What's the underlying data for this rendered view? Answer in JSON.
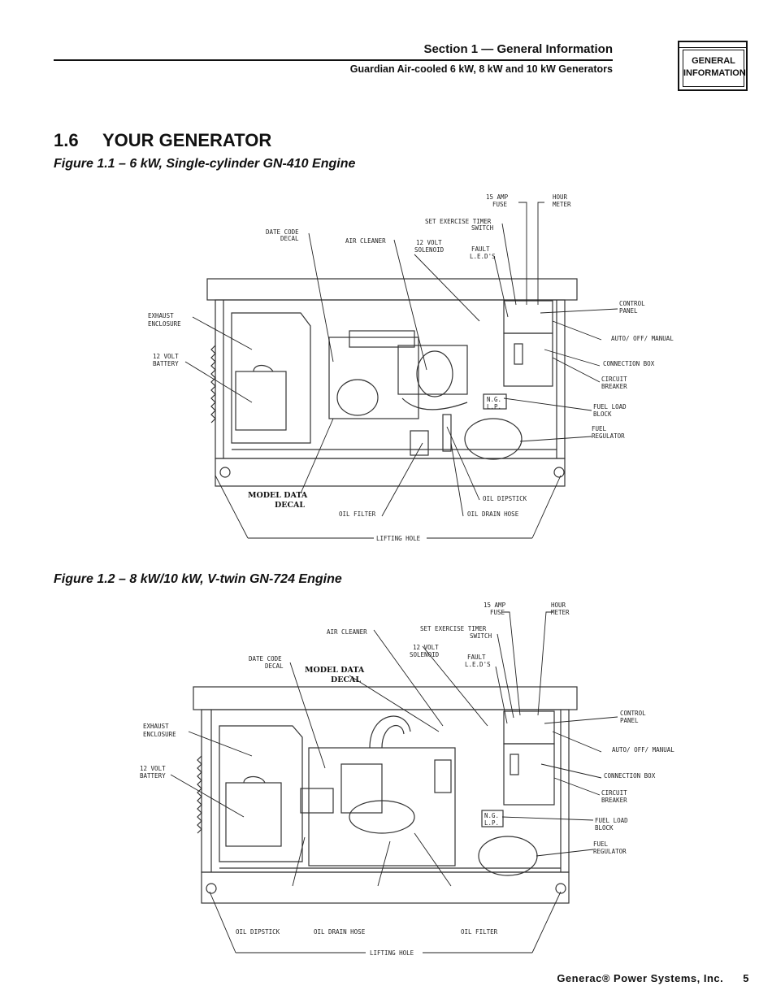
{
  "header": {
    "section": "Section 1 — General Information",
    "subtitle": "Guardian Air-cooled 6 kW, 8 kW and 10 kW Generators",
    "tab_line1": "GENERAL",
    "tab_line2": "INFORMATION"
  },
  "section": {
    "number": "1.6",
    "title": "YOUR GENERATOR"
  },
  "figure1": {
    "caption": "Figure 1.1 – 6 kW, Single-cylinder GN-410 Engine",
    "labels": {
      "fuse_1": "15 AMP",
      "fuse_2": "FUSE",
      "hour_1": "HOUR",
      "hour_2": "METER",
      "timer_1": "SET EXERCISE TIMER",
      "timer_2": "SWITCH",
      "date_1": "DATE CODE",
      "date_2": "DECAL",
      "air": "AIR CLEANER",
      "sol_1": "12 VOLT",
      "sol_2": "SOLENOID",
      "fault_1": "FAULT",
      "fault_2": "L.E.D'S",
      "ctrl_1": "CONTROL",
      "ctrl_2": "PANEL",
      "exh_1": "EXHAUST",
      "exh_2": "ENCLOSURE",
      "auto": "AUTO/ OFF/ MANUAL",
      "batt_1": "12 VOLT",
      "batt_2": "BATTERY",
      "conn": "CONNECTION BOX",
      "cb_1": "CIRCUIT",
      "cb_2": "BREAKER",
      "fl_1": "FUEL LOAD",
      "fl_2": "BLOCK",
      "fr_1": "FUEL",
      "fr_2": "REGULATOR",
      "md_1": "MODEL DATA",
      "md_2": "DECAL",
      "dip": "OIL DIPSTICK",
      "filter": "OIL FILTER",
      "drain": "OIL DRAIN HOSE",
      "lift": "LIFTING HOLE",
      "ng": "N.G.",
      "lp": "L.P."
    }
  },
  "figure2": {
    "caption": "Figure 1.2 – 8 kW/10 kW, V-twin GN-724 Engine",
    "labels": {
      "fuse_1": "15 AMP",
      "fuse_2": "FUSE",
      "hour_1": "HOUR",
      "hour_2": "METER",
      "air": "AIR CLEANER",
      "timer_1": "SET EXERCISE TIMER",
      "timer_2": "SWITCH",
      "sol_1": "12 VOLT",
      "sol_2": "SOLENOID",
      "date_1": "DATE CODE",
      "date_2": "DECAL",
      "md_1": "MODEL DATA",
      "md_2": "DECAL",
      "fault_1": "FAULT",
      "fault_2": "L.E.D'S",
      "ctrl_1": "CONTROL",
      "ctrl_2": "PANEL",
      "exh_1": "EXHAUST",
      "exh_2": "ENCLOSURE",
      "auto": "AUTO/ OFF/ MANUAL",
      "batt_1": "12 VOLT",
      "batt_2": "BATTERY",
      "conn": "CONNECTION BOX",
      "cb_1": "CIRCUIT",
      "cb_2": "BREAKER",
      "fl_1": "FUEL LOAD",
      "fl_2": "BLOCK",
      "fr_1": "FUEL",
      "fr_2": "REGULATOR",
      "dip": "OIL DIPSTICK",
      "drain": "OIL DRAIN HOSE",
      "filter": "OIL FILTER",
      "lift": "LIFTING HOLE",
      "ng": "N.G.",
      "lp": "L.P."
    }
  },
  "footer": {
    "company": "Generac® Power Systems, Inc.",
    "page": "5"
  }
}
